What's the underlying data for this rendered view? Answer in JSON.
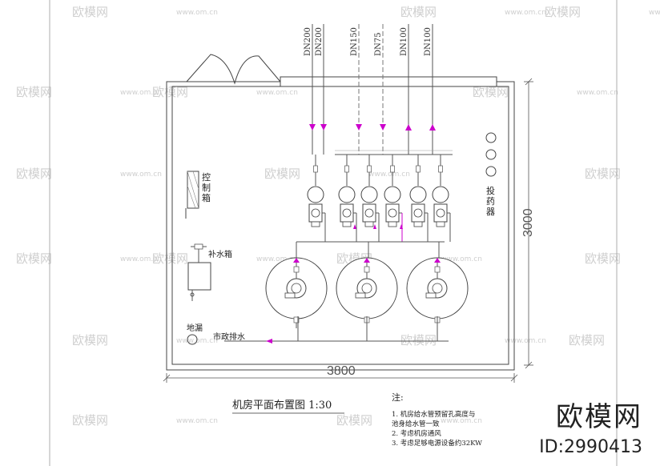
{
  "drawing": {
    "title": "机房平面布置图 1:30",
    "labels": {
      "control_box": [
        "控",
        "制",
        "箱"
      ],
      "dosing_device": [
        "投",
        "药",
        "器"
      ],
      "makeup_tank": "补水箱",
      "floor_drain": "地漏",
      "municipal_drain": "市政排水"
    },
    "dimensions": {
      "width": "3800",
      "height": "3000"
    },
    "pipes": [
      "DN200",
      "DN200",
      "DN150",
      "DN75",
      "DN100",
      "DN100"
    ],
    "notes": {
      "heading": "注:",
      "lines": [
        "1. 机房给水管预留孔高度与",
        "池身给水管一致",
        "2. 考虑机房通风",
        "3. 考虑足够电源设备约32KW"
      ]
    }
  },
  "watermark": {
    "text": "欧模网",
    "url": "www.om.cn"
  },
  "brand": {
    "name": "欧模网",
    "id": "ID:2990413"
  },
  "colors": {
    "line": "#555555",
    "accent": "#cc00cc"
  }
}
